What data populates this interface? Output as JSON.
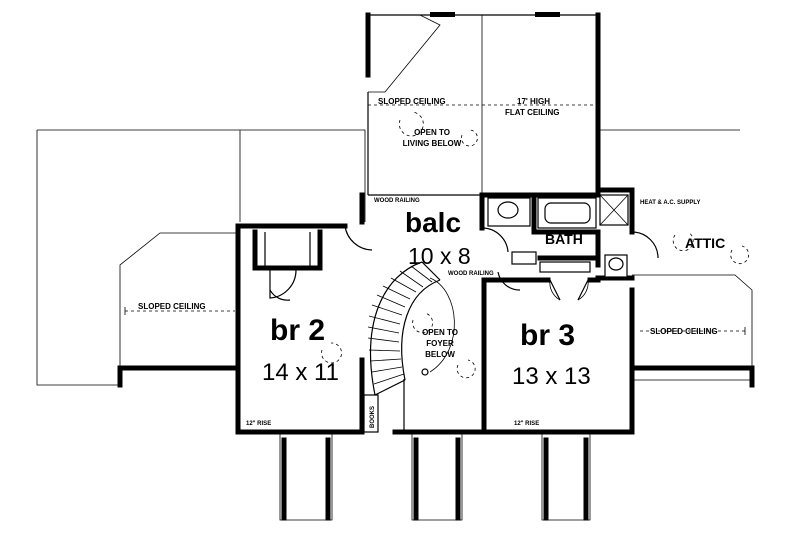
{
  "rooms": {
    "balc": {
      "name": "balc",
      "size": "10 x 8"
    },
    "br2": {
      "name": "br 2",
      "size": "14 x 11"
    },
    "br3": {
      "name": "br 3",
      "size": "13 x 13"
    },
    "bath": {
      "name": "BATH"
    },
    "attic": {
      "name": "ATTIC"
    }
  },
  "notes": {
    "sloped_ceiling_top": "SLOPED CEILING",
    "flat_ceiling_1": "17' HIGH",
    "flat_ceiling_2": "FLAT CEILING",
    "open_living_1": "OPEN TO",
    "open_living_2": "LIVING BELOW",
    "wood_railing_1": "WOOD RAILING",
    "wood_railing_2": "WOOD RAILING",
    "hvac_supply": "HEAT & A.C. SUPPLY",
    "sloped_ceiling_left": "SLOPED CEILING",
    "sloped_ceiling_right": "SLOPED CEILING",
    "open_foyer_1": "OPEN TO",
    "open_foyer_2": "FOYER",
    "open_foyer_3": "BELOW",
    "books": "BOOKS",
    "rise_left": "12\" RISE",
    "rise_right": "12\" RISE"
  }
}
